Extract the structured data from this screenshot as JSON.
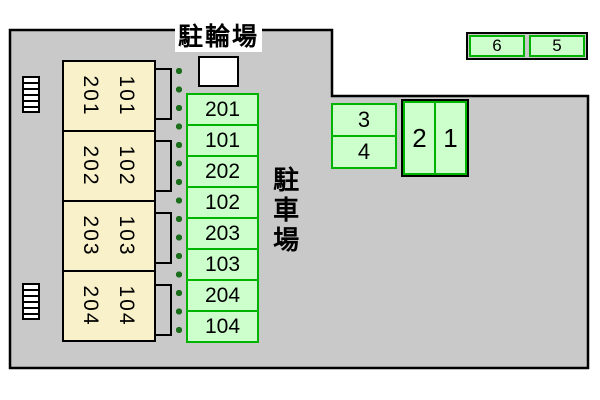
{
  "labels": {
    "bicycle_parking": "駐輪場",
    "car_parking": "駐車場"
  },
  "buildings": [
    {
      "room_2f": "201",
      "room_1f": "101"
    },
    {
      "room_2f": "202",
      "room_1f": "102"
    },
    {
      "room_2f": "203",
      "room_1f": "103"
    },
    {
      "room_2f": "204",
      "room_1f": "104"
    }
  ],
  "parking_spaces": {
    "column": [
      "201",
      "101",
      "202",
      "102",
      "203",
      "103",
      "204",
      "104"
    ],
    "east_stack": [
      "3",
      "4"
    ],
    "east_pair": [
      "2",
      "1"
    ],
    "north_strip": [
      "6",
      "5"
    ]
  },
  "colors": {
    "site_fill": "#c9c9c9",
    "outline": "#000000",
    "building_fill": "#f8f1c9",
    "space_fill": "#ccffcc",
    "space_border": "#00b300",
    "boundary_dot": "#1b6e1b"
  }
}
